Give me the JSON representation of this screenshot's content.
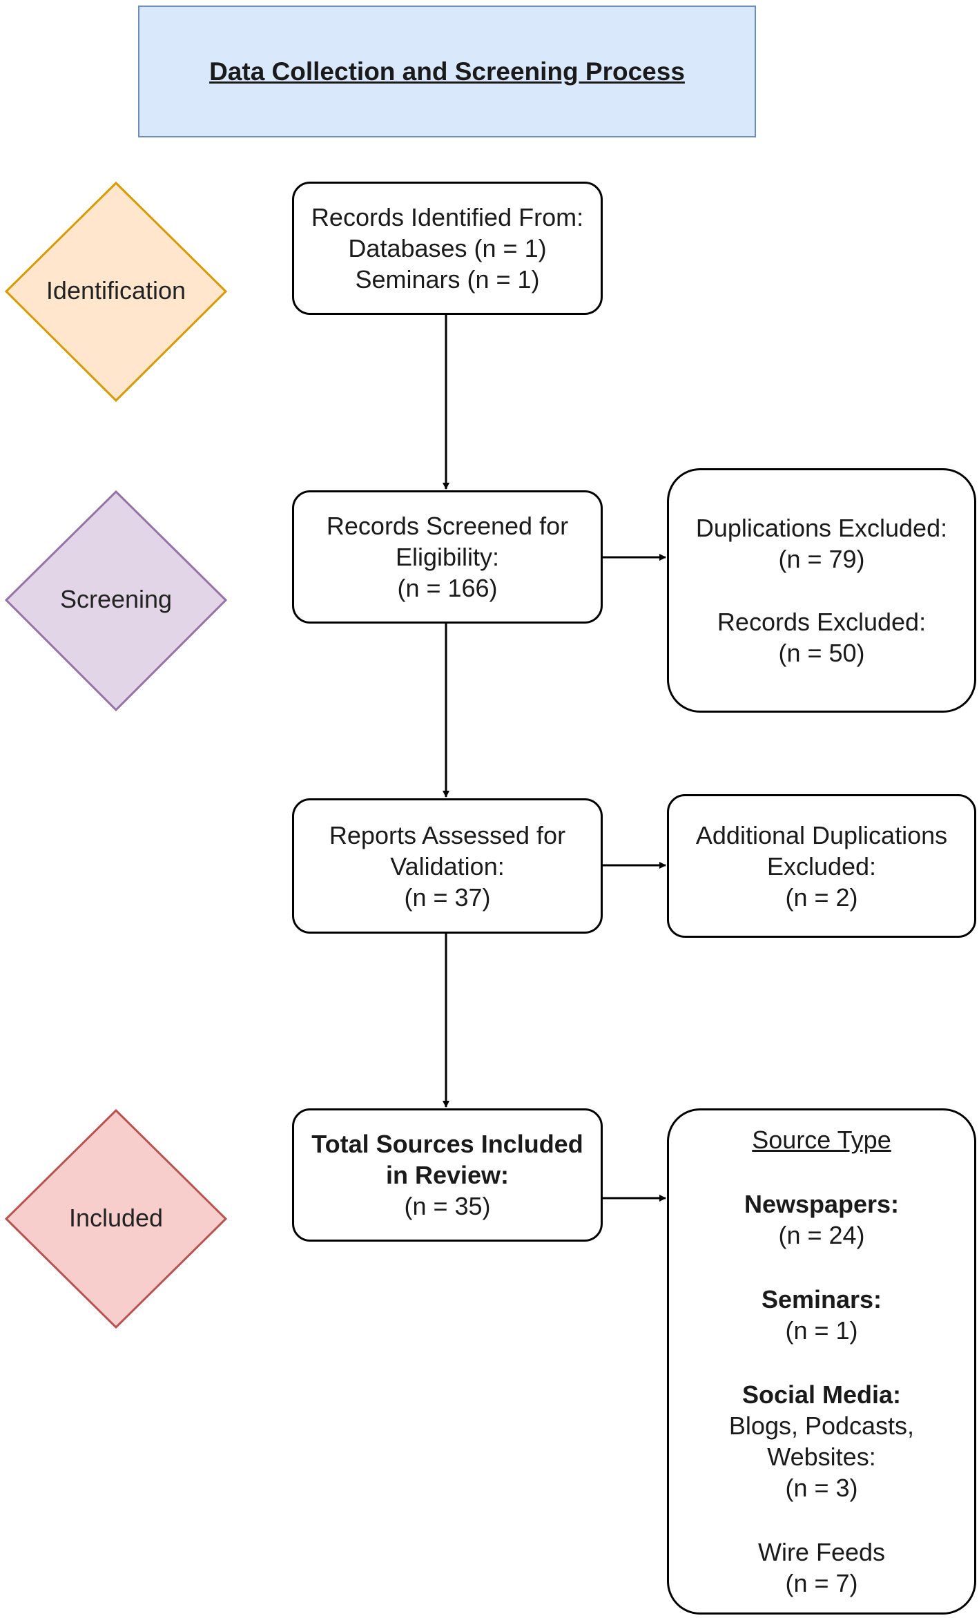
{
  "title": "Data Collection and Screening Process",
  "stages": {
    "identification": {
      "label": "Identification",
      "fill": "#ffe6cc",
      "stroke": "#d79b00"
    },
    "screening": {
      "label": "Screening",
      "fill": "#e1d5e7",
      "stroke": "#9673a6"
    },
    "included": {
      "label": "Included",
      "fill": "#f8cecc",
      "stroke": "#b85450"
    }
  },
  "boxes": {
    "records_identified": {
      "line1": "Records Identified From:",
      "line2": "Databases (n = 1)",
      "line3": "Seminars (n = 1)"
    },
    "records_screened": {
      "line1": "Records Screened for",
      "line2": "Eligibility:",
      "line3": "(n = 166)"
    },
    "exclusions": {
      "dup_label": "Duplications Excluded:",
      "dup_n": "(n = 79)",
      "rec_label": "Records Excluded:",
      "rec_n": "(n = 50)"
    },
    "reports_assessed": {
      "line1": "Reports Assessed for",
      "line2": "Validation:",
      "line3": "(n = 37)"
    },
    "additional_dups": {
      "line1": "Additional Duplications",
      "line2": "Excluded:",
      "line3": "(n = 2)"
    },
    "total_included": {
      "line1": "Total Sources Included",
      "line2": "in Review:",
      "line3": "(n = 35)"
    },
    "source_type": {
      "heading": "Source Type",
      "newspapers_label": "Newspapers:",
      "newspapers_n": "(n = 24)",
      "seminars_label": "Seminars:",
      "seminars_n": "(n = 1)",
      "social_label": "Social Media:",
      "social_detail1": "Blogs, Podcasts,",
      "social_detail2": "Websites:",
      "social_n": "(n = 3)",
      "wire_label": "Wire Feeds",
      "wire_n": "(n = 7)"
    }
  }
}
